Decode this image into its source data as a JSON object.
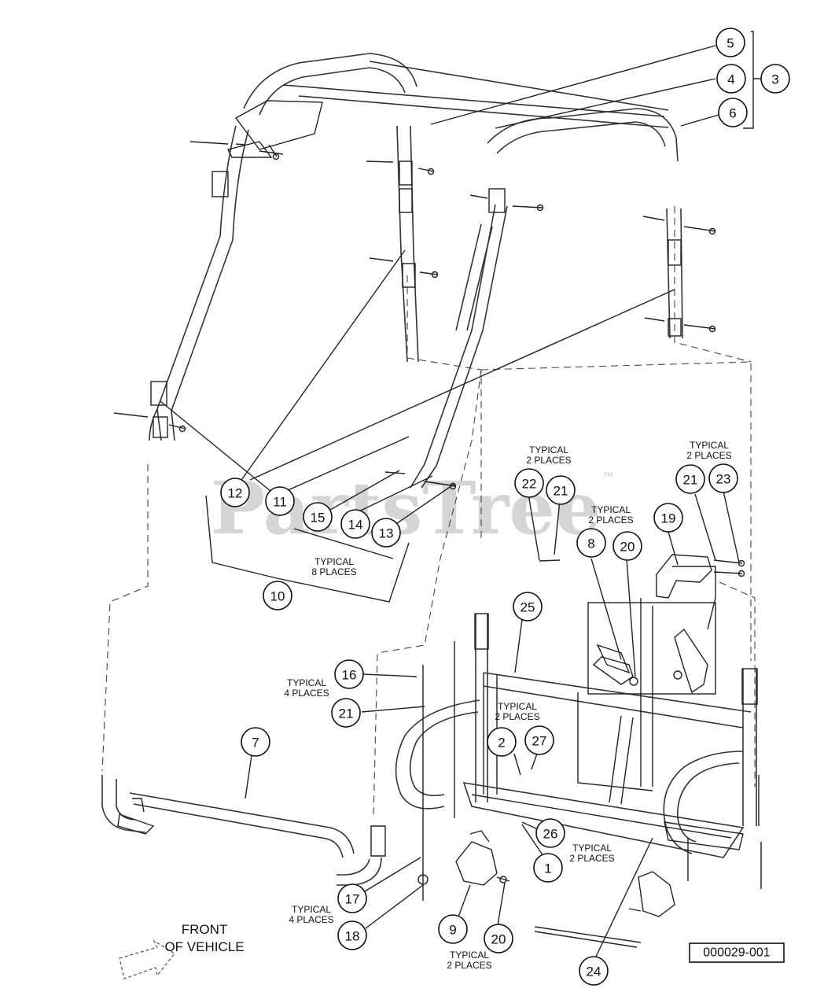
{
  "diagram": {
    "watermark": "PartsTree",
    "watermark_tm": "™",
    "drawing_code": "000029-001",
    "front_label_line1": "FRONT",
    "front_label_line2": "OF VEHICLE"
  },
  "callouts": [
    {
      "id": "5",
      "label": "5"
    },
    {
      "id": "4",
      "label": "4"
    },
    {
      "id": "3",
      "label": "3"
    },
    {
      "id": "6",
      "label": "6"
    },
    {
      "id": "12",
      "label": "12"
    },
    {
      "id": "11",
      "label": "11"
    },
    {
      "id": "15",
      "label": "15"
    },
    {
      "id": "14",
      "label": "14"
    },
    {
      "id": "13",
      "label": "13"
    },
    {
      "id": "10",
      "label": "10"
    },
    {
      "id": "22",
      "label": "22"
    },
    {
      "id": "21a",
      "label": "21"
    },
    {
      "id": "21b",
      "label": "21"
    },
    {
      "id": "23",
      "label": "23"
    },
    {
      "id": "19",
      "label": "19"
    },
    {
      "id": "8",
      "label": "8"
    },
    {
      "id": "20a",
      "label": "20"
    },
    {
      "id": "25",
      "label": "25"
    },
    {
      "id": "16",
      "label": "16"
    },
    {
      "id": "21c",
      "label": "21"
    },
    {
      "id": "7",
      "label": "7"
    },
    {
      "id": "2",
      "label": "2"
    },
    {
      "id": "27",
      "label": "27"
    },
    {
      "id": "26",
      "label": "26"
    },
    {
      "id": "1",
      "label": "1"
    },
    {
      "id": "17",
      "label": "17"
    },
    {
      "id": "18",
      "label": "18"
    },
    {
      "id": "9",
      "label": "9"
    },
    {
      "id": "20b",
      "label": "20"
    },
    {
      "id": "24",
      "label": "24"
    }
  ],
  "notes": [
    {
      "id": "typ-2-a",
      "lines": [
        "TYPICAL",
        "2 PLACES"
      ]
    },
    {
      "id": "typ-2-b",
      "lines": [
        "TYPICAL",
        "2 PLACES"
      ]
    },
    {
      "id": "typ-2-c",
      "lines": [
        "TYPICAL",
        "2 PLACES"
      ]
    },
    {
      "id": "typ-8",
      "lines": [
        "TYPICAL",
        "8 PLACES"
      ]
    },
    {
      "id": "typ-4-a",
      "lines": [
        "TYPICAL",
        "4 PLACES"
      ]
    },
    {
      "id": "typ-2-d",
      "lines": [
        "TYPICAL",
        "2 PLACES"
      ]
    },
    {
      "id": "typ-2-e",
      "lines": [
        "TYPICAL",
        "2 PLACES"
      ]
    },
    {
      "id": "typ-4-b",
      "lines": [
        "TYPICAL",
        "4 PLACES"
      ]
    },
    {
      "id": "typ-2-f",
      "lines": [
        "TYPICAL",
        "2 PLACES"
      ]
    }
  ]
}
